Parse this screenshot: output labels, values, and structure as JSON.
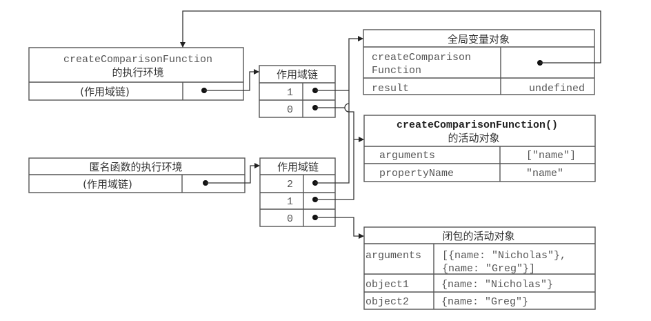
{
  "outer_env": {
    "title_line1": "createComparisonFunction",
    "title_line2": "的执行环境",
    "scope_label": "(作用域链)"
  },
  "outer_chain": {
    "title": "作用域链",
    "rows": [
      "1",
      "0"
    ]
  },
  "anon_env": {
    "title": "匿名函数的执行环境",
    "scope_label": "(作用域链)"
  },
  "anon_chain": {
    "title": "作用域链",
    "rows": [
      "2",
      "1",
      "0"
    ]
  },
  "global_obj": {
    "title": "全局变量对象",
    "rows": [
      {
        "key_line1": "createComparison",
        "key_line2": "Function",
        "value": ""
      },
      {
        "key": "result",
        "value": "undefined"
      }
    ]
  },
  "outer_activation": {
    "title_line1": "createComparisonFunction()",
    "title_line2": "的活动对象",
    "rows": [
      {
        "key": "arguments",
        "value": "[\"name\"]"
      },
      {
        "key": "propertyName",
        "value": "\"name\""
      }
    ]
  },
  "closure_activation": {
    "title": "闭包的活动对象",
    "rows": [
      {
        "key": "arguments",
        "value_line1": "[{name: \"Nicholas\"},",
        "value_line2": "{name: \"Greg\"}]"
      },
      {
        "key": "object1",
        "value": "{name: \"Nicholas\"}"
      },
      {
        "key": "object2",
        "value": "{name: \"Greg\"}"
      }
    ]
  }
}
